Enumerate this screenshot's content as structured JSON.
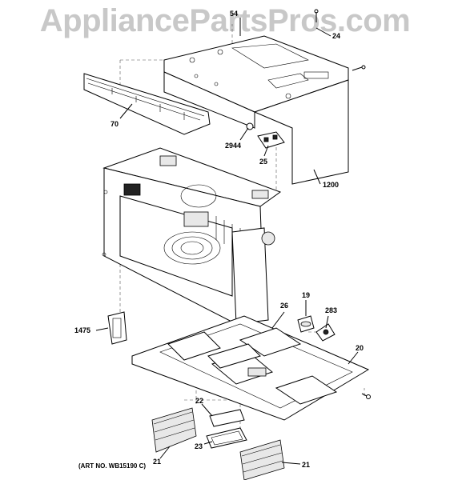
{
  "watermark": "AppliancePartsPros.com",
  "art_number": "(ART NO. WB15190 C)",
  "callouts": {
    "p54": "54",
    "p24": "24",
    "p70": "70",
    "p2944": "2944",
    "p25": "25",
    "p1200": "1200",
    "p26": "26",
    "p19": "19",
    "p283": "283",
    "p1475": "1475",
    "p20": "20",
    "p22": "22",
    "p21a": "21",
    "p23": "23",
    "p21b": "21"
  }
}
